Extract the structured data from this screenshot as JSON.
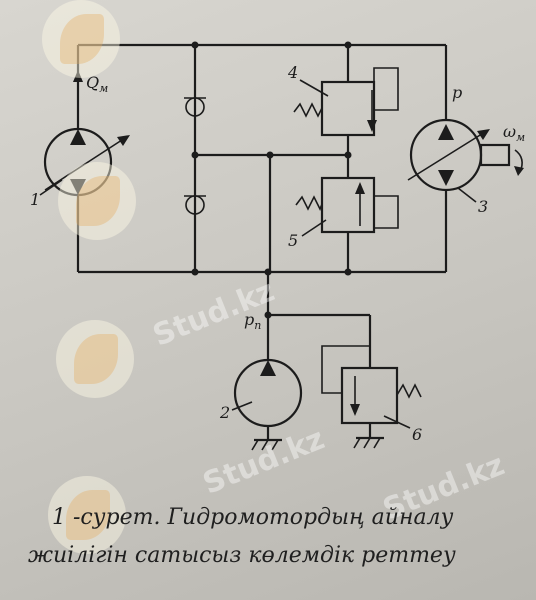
{
  "labels": {
    "q_m": "Q",
    "q_m_sub": "м",
    "p": "p",
    "omega": "ω",
    "omega_sub": "м",
    "p_n": "p",
    "p_n_sub": "п",
    "n1": "1",
    "n2": "2",
    "n3": "3",
    "n4": "4",
    "n5": "5",
    "n6": "6"
  },
  "caption": {
    "line1": "1  -сурет. Гидромотордың айналу",
    "line2": "жиілігін сатысыз көлемдік реттеу"
  },
  "watermark": {
    "text": "Stud.kz"
  },
  "colors": {
    "ink": "#1c1c1c",
    "paper": "#d2d0ca"
  }
}
